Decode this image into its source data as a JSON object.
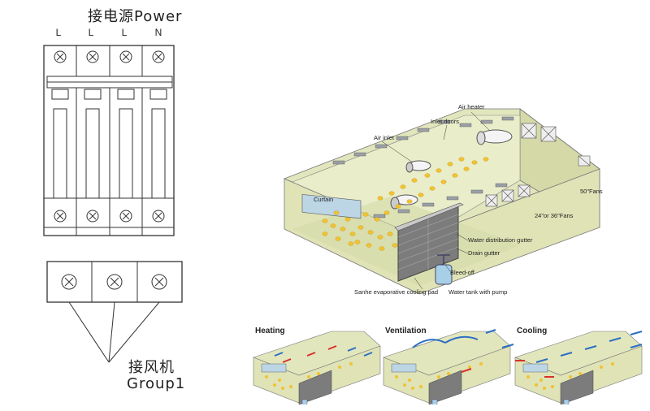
{
  "power": {
    "title": "接电源Power",
    "terminals": [
      "L",
      "L",
      "L",
      "N"
    ]
  },
  "fan_group": {
    "title_cn": "接风机",
    "title_en": "Group1"
  },
  "house": {
    "labels": {
      "air_heater": "Air heater",
      "inlet_doors": "Inlet doors",
      "air_inlet": "Air inlet",
      "curtain": "Curtain",
      "fans_50": "50\"Fans",
      "fans_24_36": "24\"or 36\"Fans",
      "water_gutter": "Water distribution gutter",
      "drain_gutter": "Drain gutter",
      "bleed_off": "Bleed-off",
      "cooling_pad": "Sanhe evaporative cooling pad",
      "water_tank": "Water tank with pump"
    }
  },
  "modes": [
    "Heating",
    "Ventilation",
    "Cooling"
  ],
  "colors": {
    "wall": "#e8ecc8",
    "roof": "#d8dcb0",
    "floor": "#cfd4a4",
    "pad": "#8a8a8a",
    "chick": "#f1c232",
    "airflow_blue": "#2a6fc4",
    "airflow_red": "#d6322a"
  }
}
